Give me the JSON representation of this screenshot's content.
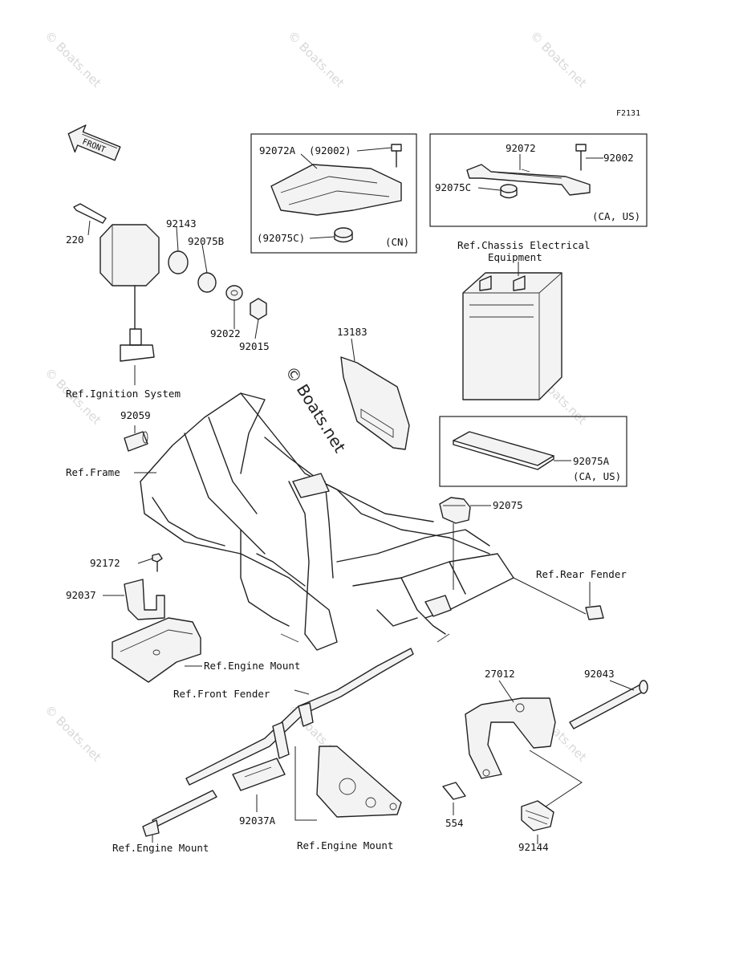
{
  "figure_code": "F2131",
  "front_arrow": "FRONT",
  "watermarks": [
    "© Boats.net",
    "© Boats.net",
    "© Boats.net",
    "© Boats.net",
    "© Boats.net",
    "© Boats.net",
    "© Boats.net",
    "© Boats.net"
  ],
  "center_watermark": "© Boats.net",
  "box_cn": {
    "labels": [
      "92072A",
      "(92002)",
      "(92075C)",
      "(CN)"
    ]
  },
  "box_ca": {
    "labels": [
      "92072",
      "92002",
      "92075C",
      "(CA, US)"
    ]
  },
  "box_92075a": {
    "labels": [
      "92075A",
      "(CA, US)"
    ]
  },
  "parts": {
    "p220": "220",
    "p92143": "92143",
    "p92075b": "92075B",
    "p92022": "92022",
    "p92015": "92015",
    "p13183": "13183",
    "p92059": "92059",
    "p92075": "92075",
    "p92172": "92172",
    "p92037": "92037",
    "p27012": "27012",
    "p92043": "92043",
    "p92037a": "92037A",
    "p554": "554",
    "p92144": "92144"
  },
  "refs": {
    "ignition": "Ref.Ignition System",
    "chassis_line1": "Ref.Chassis Electrical",
    "chassis_line2": "Equipment",
    "frame": "Ref.Frame",
    "rear_fender": "Ref.Rear Fender",
    "engine_mount_1": "Ref.Engine Mount",
    "front_fender": "Ref.Front Fender",
    "engine_mount_2": "Ref.Engine Mount",
    "engine_mount_3": "Ref.Engine Mount"
  }
}
